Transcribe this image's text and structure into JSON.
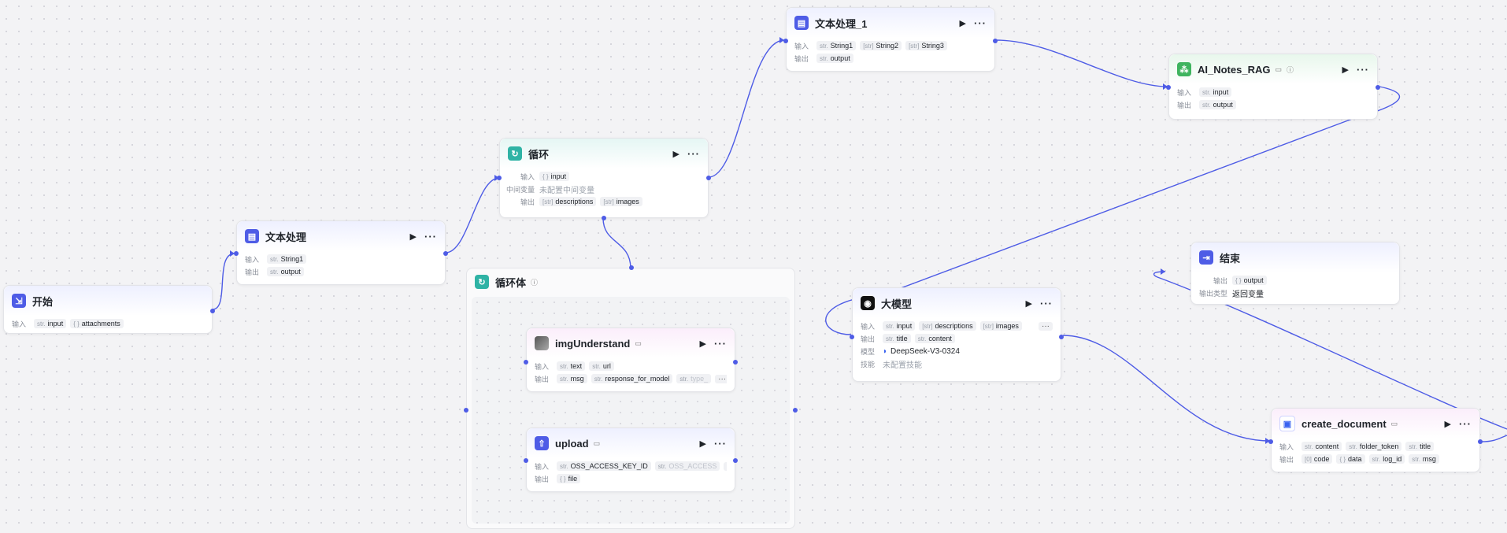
{
  "labels": {
    "input": "输入",
    "output": "输出",
    "intermediate": "中间变量",
    "model": "模型",
    "skill": "技能",
    "output_type": "输出类型"
  },
  "types": {
    "str": "str.",
    "arr_str": "[str]",
    "arr_img": "[str]",
    "obj": "{ }",
    "num": "[0]"
  },
  "nodes": {
    "start": {
      "title": "开始",
      "inputs": [
        "input",
        "attachments"
      ]
    },
    "text1": {
      "title": "文本处理",
      "inputs": [
        "String1"
      ],
      "outputs": [
        "output"
      ]
    },
    "loop": {
      "title": "循环",
      "inputs": [
        "input"
      ],
      "intermediate": "未配置中间变量",
      "outputs": [
        "descriptions",
        "images"
      ]
    },
    "text2": {
      "title": "文本处理_1",
      "inputs": [
        "String1",
        "String2",
        "String3"
      ],
      "outputs": [
        "output"
      ]
    },
    "rag": {
      "title": "AI_Notes_RAG",
      "inputs": [
        "input"
      ],
      "outputs": [
        "output"
      ]
    },
    "loopbody": {
      "title": "循环体"
    },
    "img": {
      "title": "imgUnderstand",
      "inputs": [
        "text",
        "url"
      ],
      "outputs": [
        "msg",
        "response_for_model",
        "type_"
      ],
      "more": "···"
    },
    "upload": {
      "title": "upload",
      "inputs": [
        "OSS_ACCESS_KEY_ID",
        "OSS_ACCESS"
      ],
      "outputs": [
        "file"
      ],
      "more": "···"
    },
    "llm": {
      "title": "大模型",
      "inputs": [
        "input",
        "descriptions",
        "images"
      ],
      "outputs": [
        "title",
        "content"
      ],
      "model": "DeepSeek-V3-0324",
      "skill": "未配置技能",
      "more": "···"
    },
    "end": {
      "title": "结束",
      "outputs": [
        "output"
      ],
      "output_type": "返回变量"
    },
    "doc": {
      "title": "create_document",
      "inputs": [
        "content",
        "folder_token",
        "title"
      ],
      "outputs": [
        "code",
        "data",
        "log_id",
        "msg"
      ]
    }
  },
  "icons": {
    "run": "play-icon",
    "more": "more-icon"
  },
  "colors": {
    "edge": "#4e5ce6",
    "accent": "#4e5ce6"
  }
}
